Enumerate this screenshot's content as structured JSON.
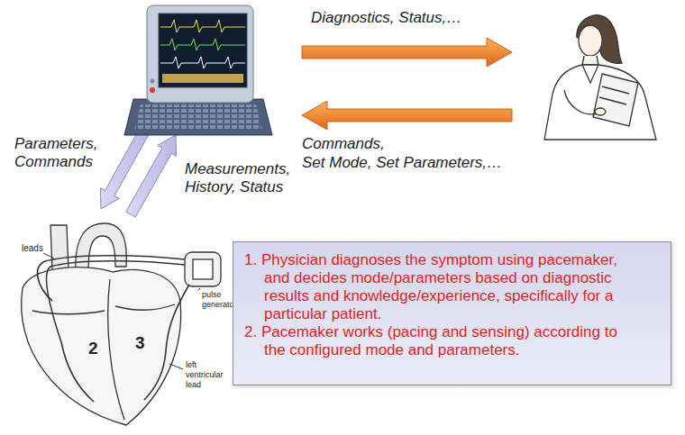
{
  "diagram": {
    "nodes": [
      {
        "text": [
          "1. Physician diagnoses the symptom using pacemaker, and decides mode/parameters based on diagnostic results and knowledge/experience, specifically for a particular patient.",
          "2. Pacemaker works (pacing and sensing) according to the configured mode and parameters."
        ]
      }
    ],
    "labels": [
      "Diagnostics, Status,…",
      "Commands,",
      "Set Mode, Set Parameters,…",
      "Parameters, Commands",
      "Measurements, History, Status",
      "leads",
      "pulse generator",
      "left ventricular lead",
      "2",
      "3"
    ]
  }
}
